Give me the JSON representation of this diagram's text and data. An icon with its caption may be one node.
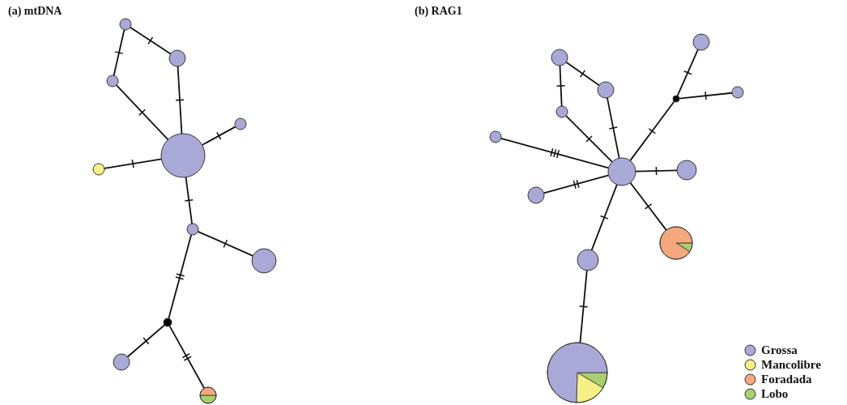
{
  "diagram": {
    "nodes": [
      {
        "text": [],
        "shape": "circle"
      },
      {
        "text": [],
        "shape": "circle"
      },
      {
        "text": [],
        "shape": "circle"
      },
      {
        "text": [],
        "shape": "circle"
      },
      {
        "text": [],
        "shape": "circle"
      },
      {
        "text": [],
        "shape": "circle"
      },
      {
        "text": [],
        "shape": "circle"
      },
      {
        "text": [],
        "shape": "circle"
      },
      {
        "text": [],
        "shape": "circle"
      },
      {
        "text": [],
        "shape": "circle"
      },
      {
        "text": [],
        "shape": "circle"
      },
      {
        "text": [],
        "shape": "circle"
      },
      {
        "text": [],
        "shape": "circle"
      },
      {
        "text": [],
        "shape": "circle"
      },
      {
        "text": [],
        "shape": "circle"
      },
      {
        "text": [],
        "shape": "circle"
      },
      {
        "text": [],
        "shape": "circle"
      },
      {
        "text": [],
        "shape": "circle"
      },
      {
        "text": [],
        "shape": "circle"
      },
      {
        "text": [],
        "shape": "circle"
      },
      {
        "text": [],
        "shape": "circle"
      },
      {
        "text": [],
        "shape": "circle"
      },
      {
        "text": [],
        "shape": "circle"
      },
      {
        "text": [],
        "shape": "circle"
      }
    ],
    "edges": [
      {
        "from": 0,
        "to": 1,
        "arrow": "none"
      },
      {
        "from": 0,
        "to": 2,
        "arrow": "none"
      },
      {
        "from": 2,
        "to": 3,
        "arrow": "none"
      },
      {
        "from": 1,
        "to": 3,
        "arrow": "none"
      },
      {
        "from": 3,
        "to": 4,
        "arrow": "none"
      },
      {
        "from": 5,
        "to": 3,
        "arrow": "none"
      },
      {
        "from": 3,
        "to": 6,
        "arrow": "none"
      },
      {
        "from": 6,
        "to": 7,
        "arrow": "none"
      },
      {
        "from": 6,
        "to": 8,
        "arrow": "none"
      },
      {
        "from": 8,
        "to": 9,
        "arrow": "none"
      },
      {
        "from": 8,
        "to": 10,
        "arrow": "none"
      },
      {
        "from": 11,
        "to": 12,
        "arrow": "none"
      },
      {
        "from": 11,
        "to": 13,
        "arrow": "none"
      },
      {
        "from": 13,
        "to": 15,
        "arrow": "none"
      },
      {
        "from": 12,
        "to": 15,
        "arrow": "none"
      },
      {
        "from": 14,
        "to": 15,
        "arrow": "none"
      },
      {
        "from": 16,
        "to": 15,
        "arrow": "none"
      },
      {
        "from": 15,
        "to": 18,
        "arrow": "none"
      },
      {
        "from": 18,
        "to": 17,
        "arrow": "none"
      },
      {
        "from": 18,
        "to": 19,
        "arrow": "none"
      },
      {
        "from": 15,
        "to": 20,
        "arrow": "none"
      },
      {
        "from": 15,
        "to": 22,
        "arrow": "none"
      },
      {
        "from": 15,
        "to": 21,
        "arrow": "none"
      },
      {
        "from": 21,
        "to": 23,
        "arrow": "none"
      }
    ],
    "labels": [
      "(a) mtDNA",
      "(b) RAG1"
    ],
    "legend": [
      {
        "text": "Grossa",
        "color": "#a9a8d6"
      },
      {
        "text": "Mancolibre",
        "color": "#f6ef86"
      },
      {
        "text": "Foradada",
        "color": "#f5a77d"
      },
      {
        "text": "Lobo",
        "color": "#a9cf6e"
      }
    ]
  }
}
